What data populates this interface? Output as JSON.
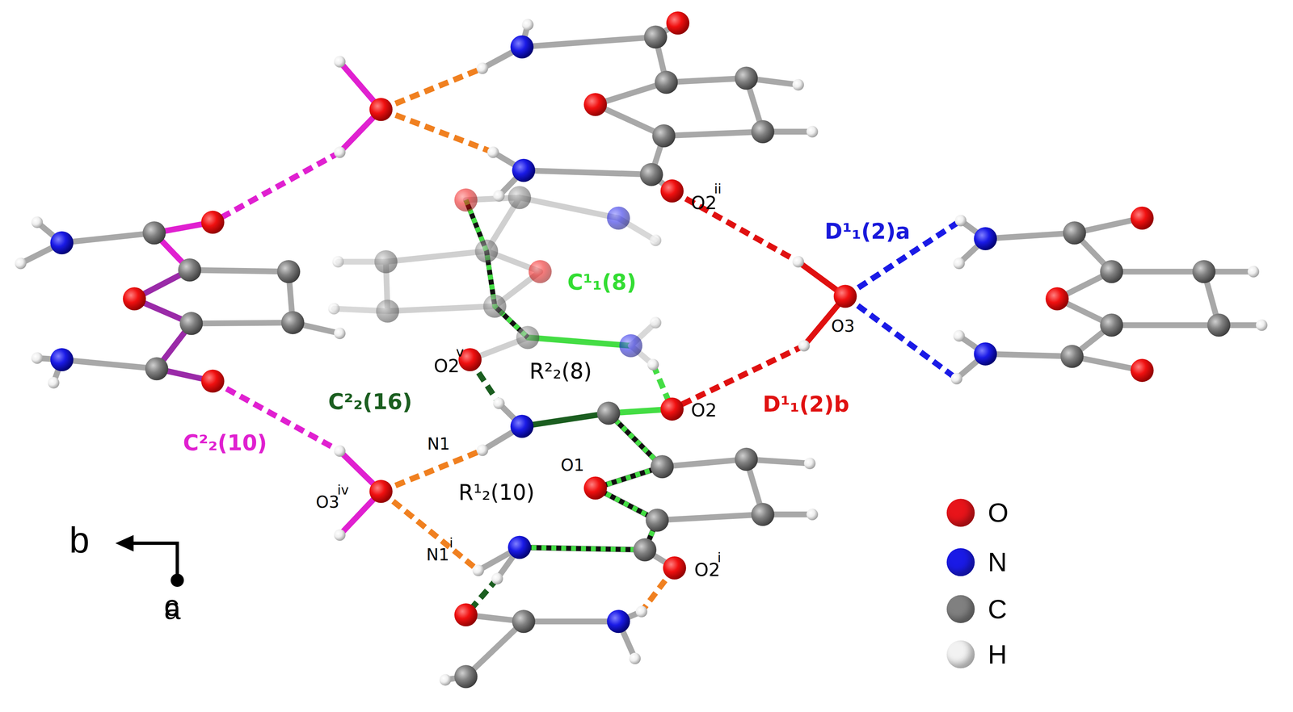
{
  "diagram": {
    "labels": [
      "O2",
      "ii",
      "D¹₁(2)a",
      "C¹₁(8)",
      "R²₂(8)",
      "O2",
      "v",
      "C²₂(16)",
      "N1",
      "O1",
      "O2",
      "D¹₁(2)b",
      "C²₂(10)",
      "O3",
      "iv",
      "R¹₂(10)",
      "N1",
      "i",
      "O2",
      "i",
      "O3",
      "b",
      "c",
      "a"
    ],
    "legend": [
      {
        "text": "O",
        "color": "#e8141a"
      },
      {
        "text": "N",
        "color": "#1a1ae6"
      },
      {
        "text": "C",
        "color": "#808080"
      },
      {
        "text": "H",
        "color": "#f2f2f2"
      }
    ]
  }
}
